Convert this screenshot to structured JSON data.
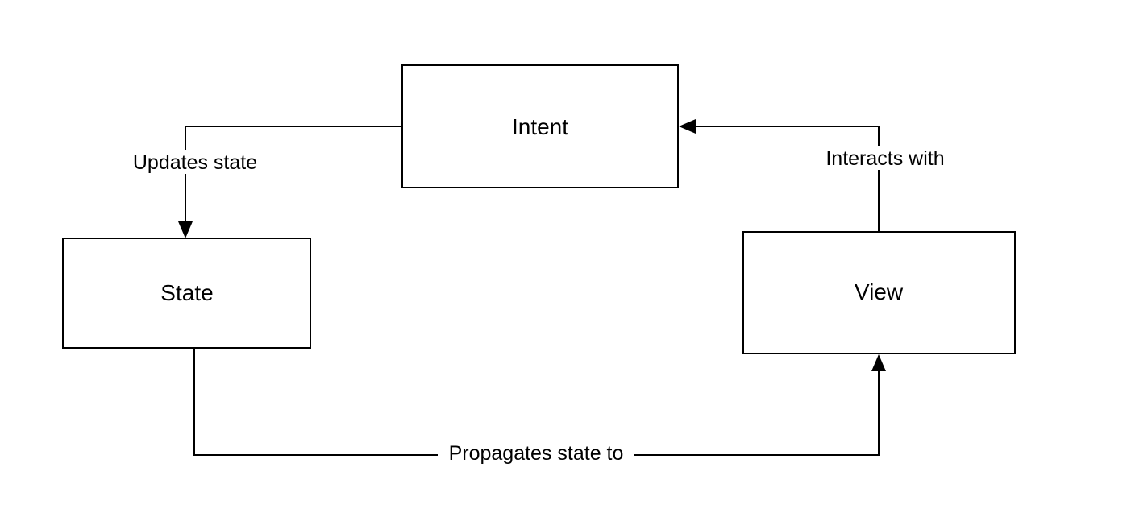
{
  "nodes": {
    "intent": {
      "label": "Intent"
    },
    "state": {
      "label": "State"
    },
    "view": {
      "label": "View"
    }
  },
  "edges": {
    "intent_to_state": {
      "label": "Updates state"
    },
    "state_to_view": {
      "label": "Propagates state to"
    },
    "view_to_intent": {
      "label": "Interacts with"
    }
  },
  "colors": {
    "stroke": "#000000",
    "fill": "#ffffff",
    "background": "#ffffff"
  }
}
